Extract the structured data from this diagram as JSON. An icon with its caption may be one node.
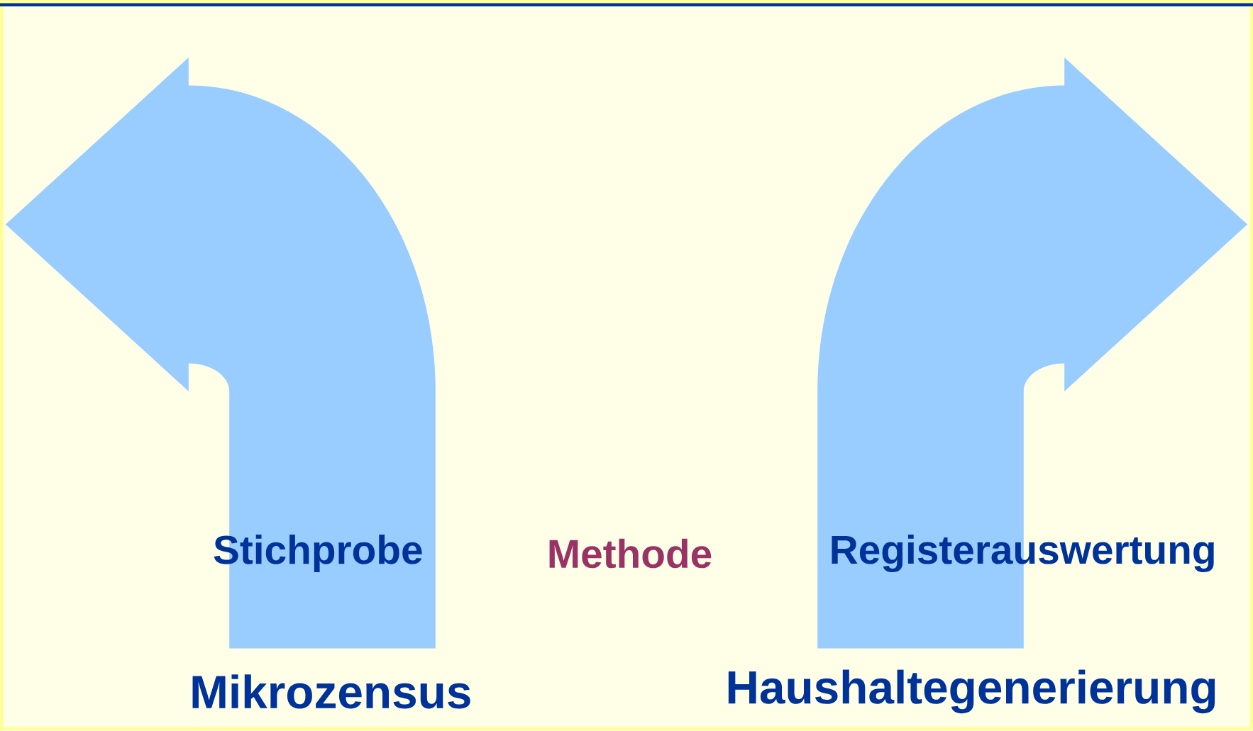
{
  "diagram": {
    "labels": [
      "Stichprobe",
      "Methode",
      "Registerauswertung",
      "Mikrozensus",
      "Haushaltegenerierung"
    ]
  }
}
